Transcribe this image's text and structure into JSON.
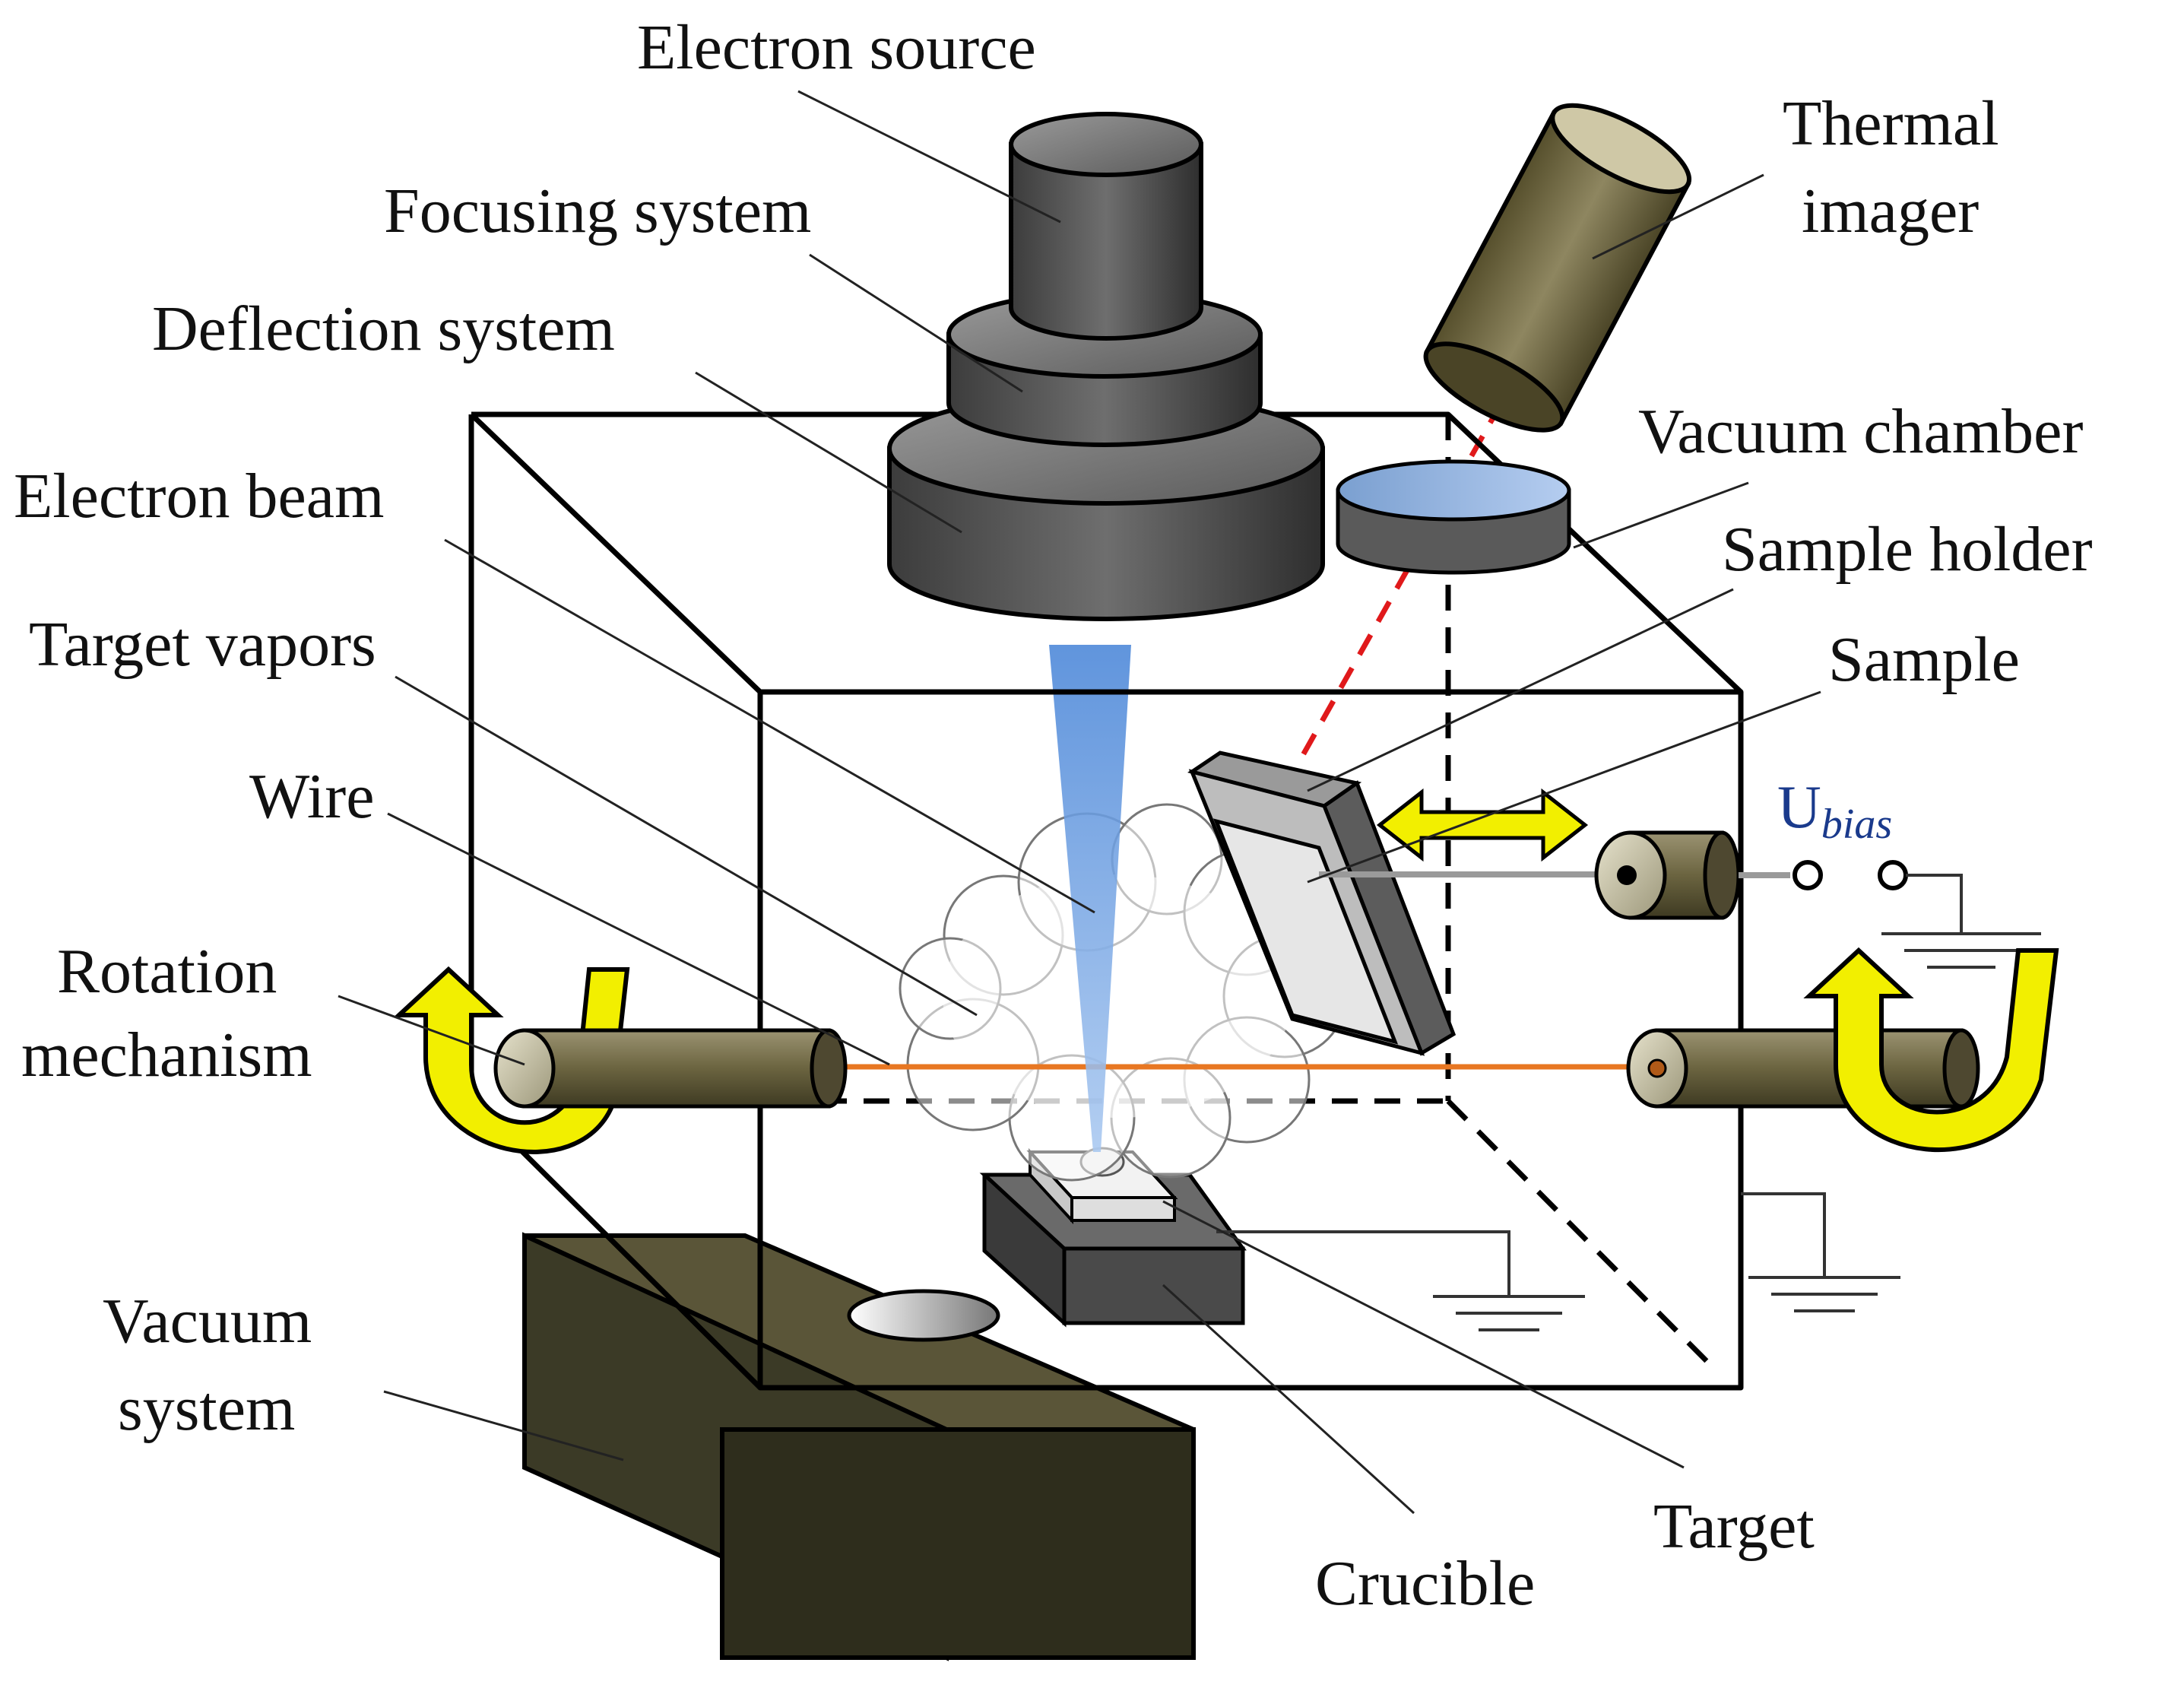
{
  "labels": {
    "electron_source": "Electron source",
    "focusing_system": "Focusing system",
    "deflection_system": "Deflection system",
    "electron_beam": "Electron beam",
    "target_vapors": "Target vapors",
    "wire": "Wire",
    "rotation_line1": "Rotation",
    "rotation_line2": "mechanism",
    "vacuum_system_line1": "Vacuum",
    "vacuum_system_line2": "system",
    "thermal_line1": "Thermal",
    "thermal_line2": "imager",
    "vacuum_chamber": "Vacuum chamber",
    "sample_holder": "Sample holder",
    "sample": "Sample",
    "u_main": "U",
    "u_sub": "bias",
    "target": "Target",
    "crucible": "Crucible"
  },
  "colors": {
    "electron_beam": "#4a86d8",
    "wire": "#e87722",
    "laser_path": "#e0191b",
    "arrow_yellow": "#f2ef00",
    "rod_olive": "#6b6440",
    "vacuum_base": "#3b3a26",
    "gun_gray": "#555555"
  }
}
